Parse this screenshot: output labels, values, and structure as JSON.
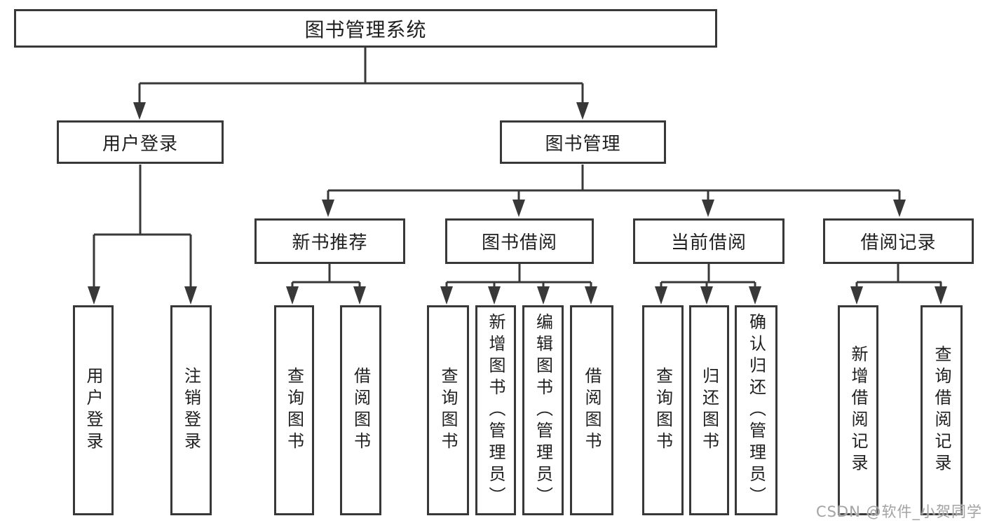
{
  "diagram": {
    "title": "图书管理系统",
    "watermark": "CSDN @软件_小贺同学",
    "colors": {
      "line": "#383838",
      "box_fill": "#ffffff",
      "text": "#1f1f1f",
      "watermark": "#a3a3a3"
    }
  },
  "nodes": {
    "root": {
      "label": "图书管理系统"
    },
    "user_login": {
      "label": "用户登录"
    },
    "book_management": {
      "label": "图书管理"
    },
    "new_book_recommend": {
      "label": "新书推荐"
    },
    "book_borrow": {
      "label": "图书借阅"
    },
    "current_borrow": {
      "label": "当前借阅"
    },
    "borrow_records": {
      "label": "借阅记录"
    },
    "leaf_user_login": {
      "label": "用户登录"
    },
    "leaf_logout": {
      "label": "注销登录"
    },
    "leaf_query_books_1": {
      "label": "查询图书"
    },
    "leaf_borrow_books_1": {
      "label": "借阅图书"
    },
    "leaf_query_books_2": {
      "label": "查询图书"
    },
    "leaf_add_book_admin": {
      "label": "新增图书（管理员）"
    },
    "leaf_edit_book_admin": {
      "label": "编辑图书（管理员）"
    },
    "leaf_borrow_books_2": {
      "label": "借阅图书"
    },
    "leaf_query_books_3": {
      "label": "查询图书"
    },
    "leaf_return_books": {
      "label": "归还图书"
    },
    "leaf_confirm_return_admin": {
      "label": "确认归还（管理员）"
    },
    "leaf_add_borrow_record": {
      "label": "新增借阅记录"
    },
    "leaf_query_borrow_record": {
      "label": "查询借阅记录"
    }
  }
}
